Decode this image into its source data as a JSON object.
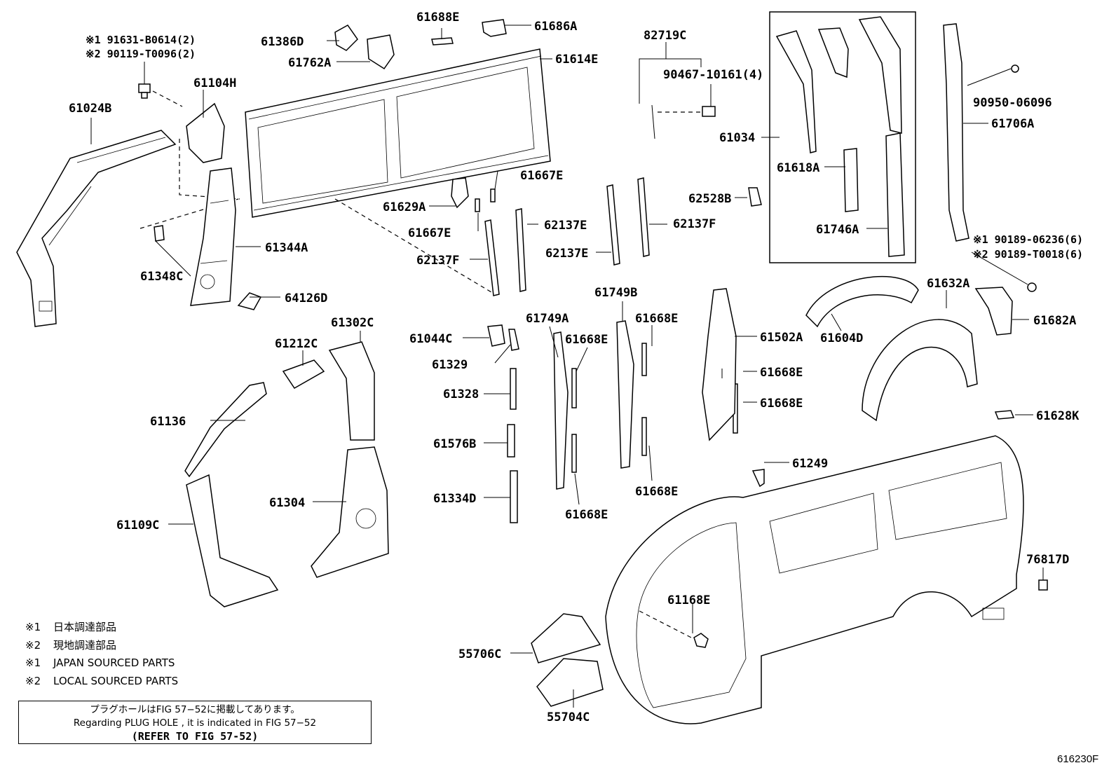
{
  "labels": {
    "l61688E": "61688E",
    "l61686A": "61686A",
    "l61386D": "61386D",
    "l61762A": "61762A",
    "l61614E": "61614E",
    "l82719C": "82719C",
    "l90467": "90467-10161(4)",
    "l61104H": "61104H",
    "l61024B": "61024B",
    "l61034": "61034",
    "l90950": "90950-06096",
    "l61706A": "61706A",
    "l61618A": "61618A",
    "l61746A": "61746A",
    "l61667E_a": "61667E",
    "l61629A": "61629A",
    "l61667E_b": "61667E",
    "l62137E_a": "62137E",
    "l62137F_a": "62137F",
    "l62137E_b": "62137E",
    "l62137F_b": "62137F",
    "l62528B": "62528B",
    "l61344A": "61344A",
    "l61348C": "61348C",
    "l64126D": "64126D",
    "l61749B": "61749B",
    "l61668E_a": "61668E",
    "l61749A": "61749A",
    "l61668E_b": "61668E",
    "l61632A": "61632A",
    "l61682A": "61682A",
    "l61302C": "61302C",
    "l61044C": "61044C",
    "l61502A": "61502A",
    "l61604D": "61604D",
    "l61212C": "61212C",
    "l61329": "61329",
    "l61328": "61328",
    "l61668E_c": "61668E",
    "l61668E_d": "61668E",
    "l61136": "61136",
    "l61576B": "61576B",
    "l61628K": "61628K",
    "l61249": "61249",
    "l61334D": "61334D",
    "l61304": "61304",
    "l61668E_e": "61668E",
    "l61668E_f": "61668E",
    "l61109C": "61109C",
    "l76817D": "76817D",
    "l61168E": "61168E",
    "l55706C": "55706C",
    "l55704C": "55704C"
  },
  "fastener_notes": {
    "top_left_1": "※1 91631-B0614(2)",
    "top_left_2": "※2 90119-T0096(2)",
    "right_1": "※1 90189-06236(6)",
    "right_2": "※2 90189-T0018(6)"
  },
  "legend": [
    {
      "mark": "※1",
      "text": "日本調達部品"
    },
    {
      "mark": "※2",
      "text": "現地調達部品"
    },
    {
      "mark": "※1",
      "text": "JAPAN SOURCED PARTS"
    },
    {
      "mark": "※2",
      "text": "LOCAL SOURCED PARTS"
    }
  ],
  "note_box": {
    "line1": "プラグホールはFIG 57−52に掲載してあります。",
    "line2": "Regarding  PLUG  HOLE , it is indicated in FIG  57−52",
    "line3": "(REFER TO FIG 57-52)"
  },
  "figure_id": "616230F"
}
